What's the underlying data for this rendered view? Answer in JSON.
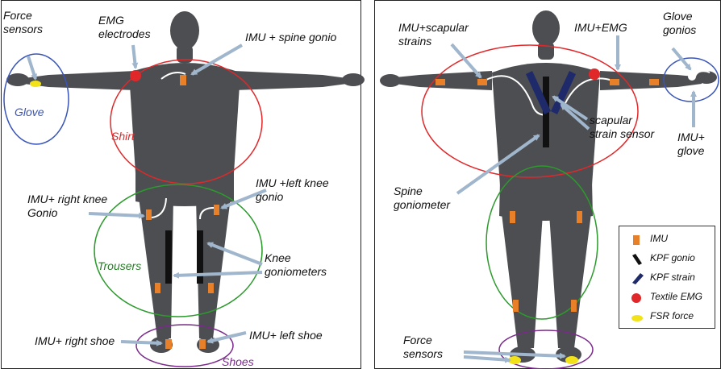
{
  "front": {
    "labels": {
      "force_sensors": "Force\nsensors",
      "emg_electrodes": "EMG\nelectrodes",
      "imu_spine": "IMU + spine gonio",
      "glove": "Glove",
      "shirt": "Shirt",
      "imu_right_knee": "IMU+ right knee\nGonio",
      "imu_left_knee": "IMU +left knee\ngonio",
      "trousers": "Trousers",
      "knee_goniometers": "Knee\ngoniometers",
      "imu_right_shoe": "IMU+ right shoe",
      "imu_left_shoe": "IMU+ left shoe",
      "shoes": "Shoes"
    }
  },
  "back": {
    "labels": {
      "imu_scapular": "IMU+scapular\nstrains",
      "imu_emg": "IMU+EMG",
      "glove_gonios": "Glove\ngonios",
      "scapular_strain_sensor": "scapular\nstrain sensor",
      "imu_glove": "IMU+\nglove",
      "spine_goniometer": "Spine\ngoniometer",
      "force_sensors": "Force\nsensors"
    }
  },
  "legend": {
    "items": [
      {
        "label": "IMU",
        "icon": "imu-square-icon",
        "color": "#e8802a"
      },
      {
        "label": "KPF gonio",
        "icon": "kpf-gonio-bar-icon",
        "color": "#111111"
      },
      {
        "label": "KPF strain",
        "icon": "kpf-strain-bar-icon",
        "color": "#1f2a6b"
      },
      {
        "label": "Textile EMG",
        "icon": "textile-emg-dot-icon",
        "color": "#e0282a"
      },
      {
        "label": "FSR force",
        "icon": "fsr-force-oval-icon",
        "color": "#f2e21a"
      }
    ]
  },
  "colors": {
    "body": "#4d4e52",
    "body_dark": "#38393c",
    "arrow": "#9fb6cc",
    "imu": "#e8802a",
    "gonio": "#111111",
    "strain": "#1f2a6b",
    "emg": "#e0282a",
    "fsr": "#f2e21a",
    "glove_ring": "#3a55b8",
    "shirt_ring": "#e0282a",
    "trousers_ring": "#2c9a2c",
    "shoes_ring": "#7a2a8a"
  }
}
